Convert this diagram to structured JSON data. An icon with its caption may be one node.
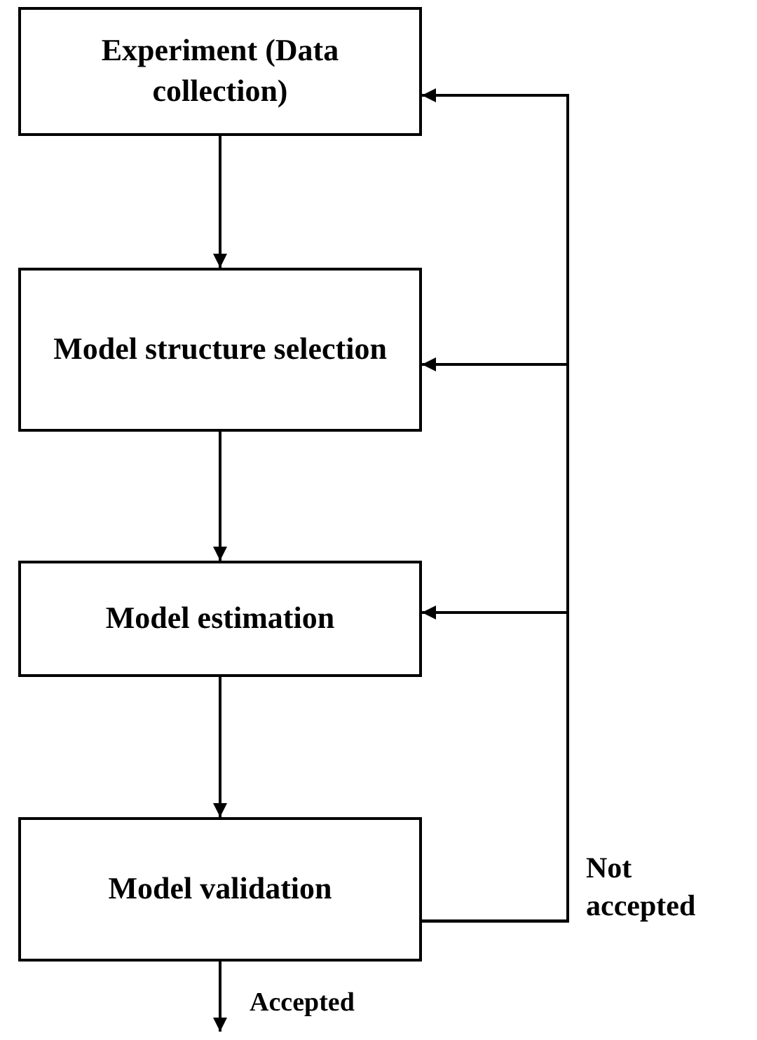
{
  "diagram": {
    "nodes": [
      {
        "text": [
          "Experiment (Data collection)"
        ]
      },
      {
        "text": [
          "Model structure selection"
        ]
      },
      {
        "text": [
          "Model estimation"
        ]
      },
      {
        "text": [
          "Model validation"
        ]
      }
    ],
    "edges": [
      {
        "from": 0,
        "to": 1,
        "arrow": "to"
      },
      {
        "from": 1,
        "to": 2,
        "arrow": "to"
      },
      {
        "from": 2,
        "to": 3,
        "arrow": "to"
      },
      {
        "from": 3,
        "to": 0,
        "arrow": "to",
        "label": "Not accepted"
      },
      {
        "from": 3,
        "to": 1,
        "arrow": "to"
      },
      {
        "from": 3,
        "to": 2,
        "arrow": "to"
      },
      {
        "from": 3,
        "to": null,
        "arrow": "to",
        "label": "Accepted"
      }
    ]
  }
}
